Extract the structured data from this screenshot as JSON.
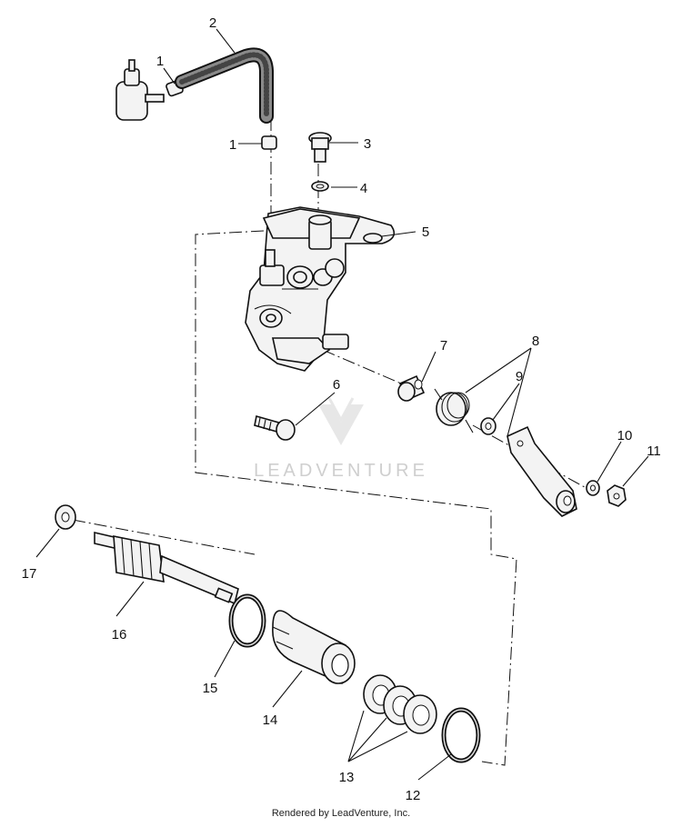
{
  "watermark": "LEADVENTURE",
  "footer": "Rendered by LeadVenture, Inc.",
  "callouts": {
    "c1a": "1",
    "c1b": "1",
    "c2": "2",
    "c3": "3",
    "c4": "4",
    "c5": "5",
    "c6": "6",
    "c7": "7",
    "c8": "8",
    "c9": "9",
    "c10": "10",
    "c11": "11",
    "c12": "12",
    "c13": "13",
    "c14": "14",
    "c15": "15",
    "c16": "16",
    "c17": "17"
  }
}
